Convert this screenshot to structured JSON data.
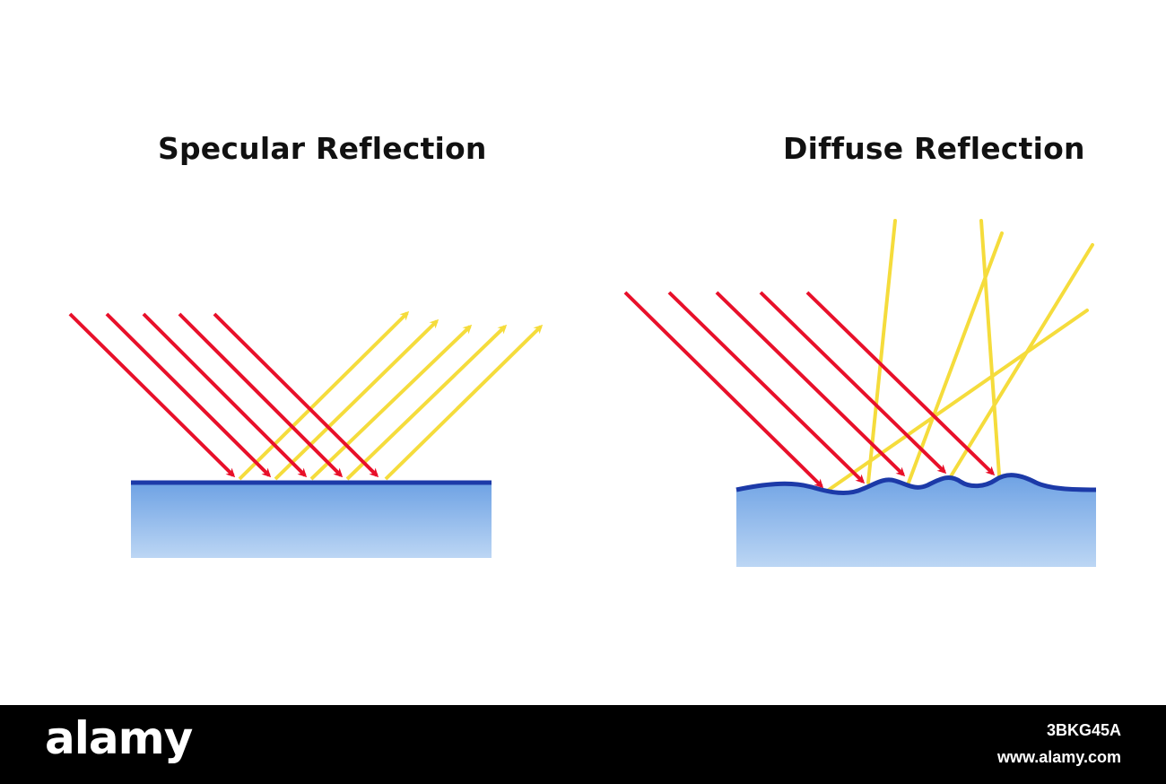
{
  "panels": {
    "specular": {
      "title": "Specular Reflection"
    },
    "diffuse": {
      "title": "Diffuse Reflection"
    }
  },
  "colors": {
    "incident_ray": "#e8102a",
    "reflected_ray": "#f5dc3c",
    "surface_line": "#1c3aa8",
    "surface_fill_top": "#6ea2e4",
    "surface_fill_bottom": "#bcd6f4"
  },
  "watermark": {
    "brand": "alamy",
    "image_id": "3BKG45A",
    "url": "www.alamy.com"
  }
}
